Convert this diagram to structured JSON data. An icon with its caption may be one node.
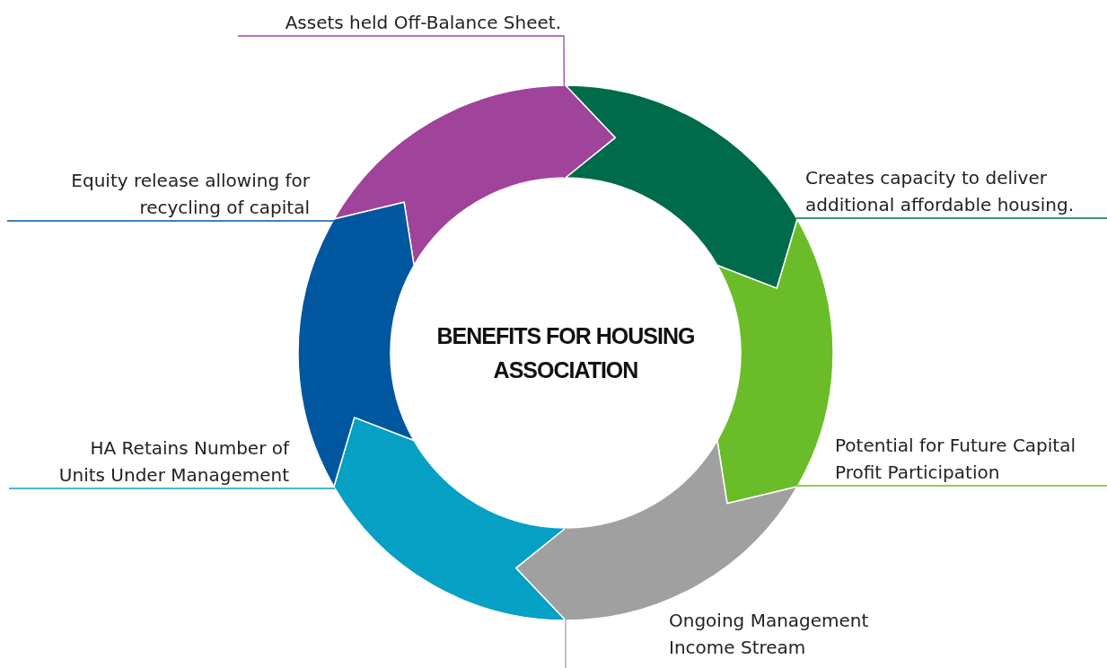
{
  "diagram": {
    "nodes": [
      {
        "text": [
          "BENEFITS FOR HOUSING ASSOCIATION"
        ]
      },
      {
        "text": [
          "Assets held Off-Balance Sheet."
        ]
      },
      {
        "text": [
          "Creates capacity to deliver additional affordable housing."
        ]
      },
      {
        "text": [
          "Potential for Future Capital Profit Participation"
        ]
      },
      {
        "text": [
          "Ongoing Management Income Stream"
        ]
      },
      {
        "text": [
          "HA Retains Number of Units Under Management"
        ]
      },
      {
        "text": [
          "Equity release allowing for recycling of capital"
        ]
      }
    ],
    "edges": [
      {
        "from": 1,
        "to": 0,
        "arrow": "none",
        "color": "#a0439a"
      },
      {
        "from": 2,
        "to": null,
        "arrow": "none",
        "color": "#006b4a"
      },
      {
        "from": 3,
        "to": null,
        "arrow": "none",
        "color": "#6abd28"
      },
      {
        "from": null,
        "to": 0,
        "arrow": "none",
        "color": "#a0a0a0"
      },
      {
        "from": 5,
        "to": null,
        "arrow": "none",
        "color": "#06a0c4"
      },
      {
        "from": 6,
        "to": null,
        "arrow": "none",
        "color": "#0057a0"
      }
    ]
  }
}
